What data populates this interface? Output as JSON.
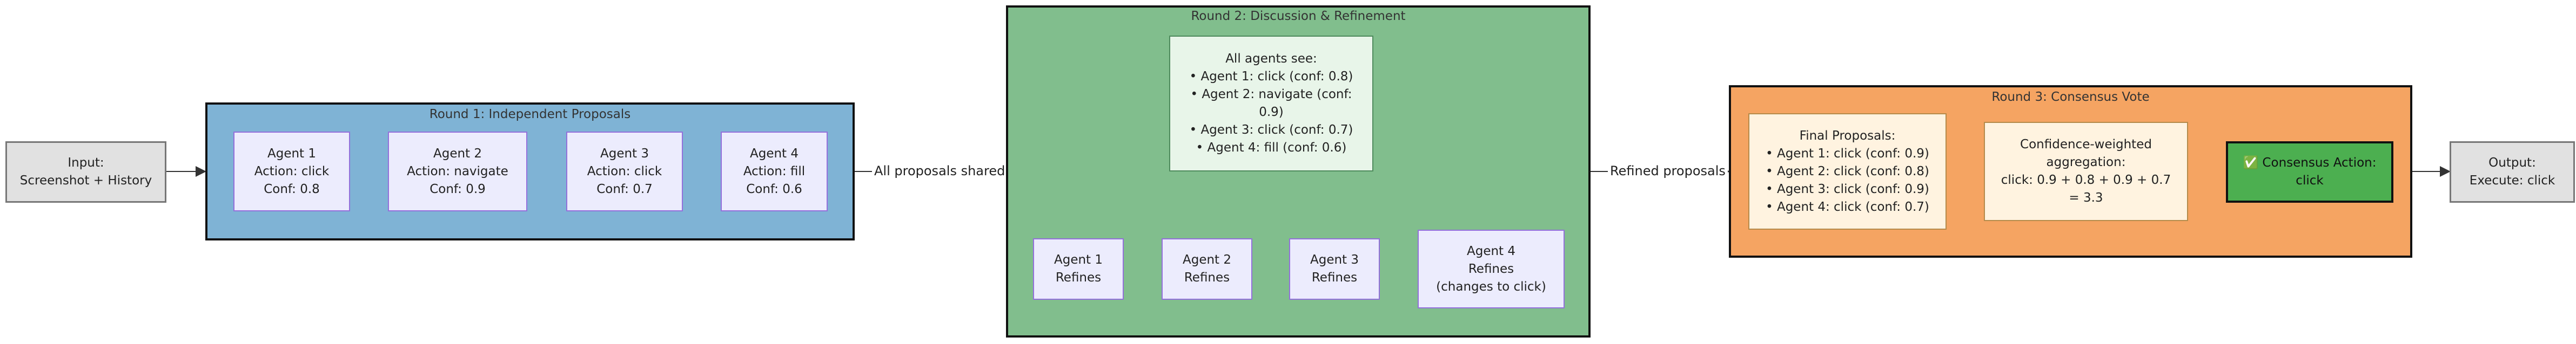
{
  "input": {
    "lines": [
      "Input:",
      "Screenshot + History"
    ]
  },
  "output": {
    "lines": [
      "Output:",
      "Execute: click"
    ]
  },
  "round1": {
    "title_lines": [
      "Round 1: Independent",
      "Proposals"
    ],
    "agents": [
      {
        "lines": [
          "Agent 1",
          "Action: click",
          "Conf: 0.8"
        ]
      },
      {
        "lines": [
          "Agent 2",
          "Action: navigate",
          "Conf: 0.9"
        ]
      },
      {
        "lines": [
          "Agent 3",
          "Action: click",
          "Conf: 0.7"
        ]
      },
      {
        "lines": [
          "Agent 4",
          "Action: fill",
          "Conf: 0.6"
        ]
      }
    ]
  },
  "round2": {
    "title_lines": [
      "Round 2: Discussion &",
      "Refinement"
    ],
    "all_see": {
      "lines": [
        "All agents see:",
        "• Agent 1: click (conf: 0.8)",
        "• Agent 2: navigate (conf:",
        "0.9)",
        "• Agent 3: click (conf: 0.7)",
        "• Agent 4: fill (conf: 0.6)"
      ]
    },
    "refines": [
      {
        "lines": [
          "Agent 1",
          "Refines"
        ]
      },
      {
        "lines": [
          "Agent 2",
          "Refines"
        ]
      },
      {
        "lines": [
          "Agent 3",
          "Refines"
        ]
      },
      {
        "lines": [
          "Agent 4",
          "Refines",
          "(changes to click)"
        ]
      }
    ]
  },
  "round3": {
    "title": "Round 3: Consensus Vote",
    "final_proposals": {
      "lines": [
        "Final Proposals:",
        "• Agent 1: click (conf: 0.9)",
        "• Agent 2: click (conf: 0.8)",
        "• Agent 3: click (conf: 0.9)",
        "• Agent 4: click (conf: 0.7)"
      ]
    },
    "aggregation": {
      "lines": [
        "Confidence-weighted",
        "aggregation:",
        "click: 0.9 + 0.8 + 0.9 + 0.7",
        "= 3.3"
      ]
    },
    "consensus": {
      "icon": "check-mark-icon",
      "lines": [
        "✅ Consensus Action:",
        "click"
      ]
    }
  },
  "edges": {
    "shared_label": "All proposals shared",
    "refined_label": "Refined proposals"
  },
  "colors": {
    "round1_fill": "#7fb3d5",
    "round2_fill": "#81be8d",
    "round3_fill": "#f5a462",
    "agent_fill": "#ececfd",
    "consensus_fill": "#4caf50"
  }
}
